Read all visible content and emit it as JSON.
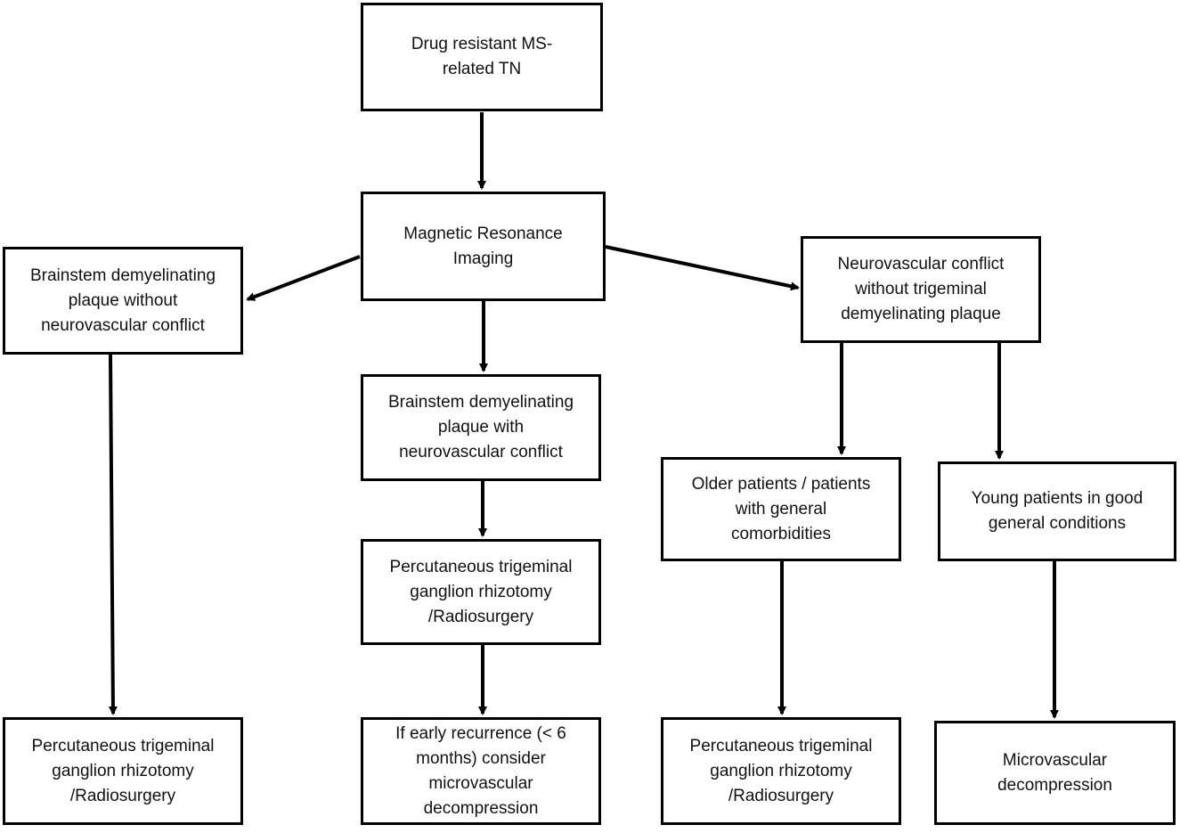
{
  "nodes": {
    "start": "Drug resistant MS-\nrelated TN",
    "mri": "Magnetic Resonance\nImaging",
    "plaque_without_conflict": "Brainstem demyelinating\nplaque without\nneurovascular conflict",
    "plaque_with_conflict": "Brainstem demyelinating\nplaque with\nneurovascular conflict",
    "conflict_without_plaque": "Neurovascular conflict\nwithout trigeminal\ndemyelinating plaque",
    "middle_rhizotomy": "Percutaneous trigeminal\nganglion rhizotomy\n/Radiosurgery",
    "older_patients": "Older patients / patients\nwith general\ncomorbidities",
    "young_patients": "Young patients in good\ngeneral conditions",
    "left_rhizotomy": "Percutaneous trigeminal\nganglion rhizotomy\n/Radiosurgery",
    "early_recurrence": "If early recurrence (< 6\nmonths) consider\nmicrovascular\ndecompression",
    "right_rhizotomy": "Percutaneous trigeminal\nganglion rhizotomy\n/Radiosurgery",
    "mvd": "Microvascular\ndecompression"
  },
  "edges": [
    [
      "start",
      "mri"
    ],
    [
      "mri",
      "plaque_without_conflict"
    ],
    [
      "mri",
      "plaque_with_conflict"
    ],
    [
      "mri",
      "conflict_without_plaque"
    ],
    [
      "plaque_without_conflict",
      "left_rhizotomy"
    ],
    [
      "plaque_with_conflict",
      "middle_rhizotomy"
    ],
    [
      "middle_rhizotomy",
      "early_recurrence"
    ],
    [
      "conflict_without_plaque",
      "older_patients"
    ],
    [
      "conflict_without_plaque",
      "young_patients"
    ],
    [
      "older_patients",
      "right_rhizotomy"
    ],
    [
      "young_patients",
      "mvd"
    ]
  ]
}
